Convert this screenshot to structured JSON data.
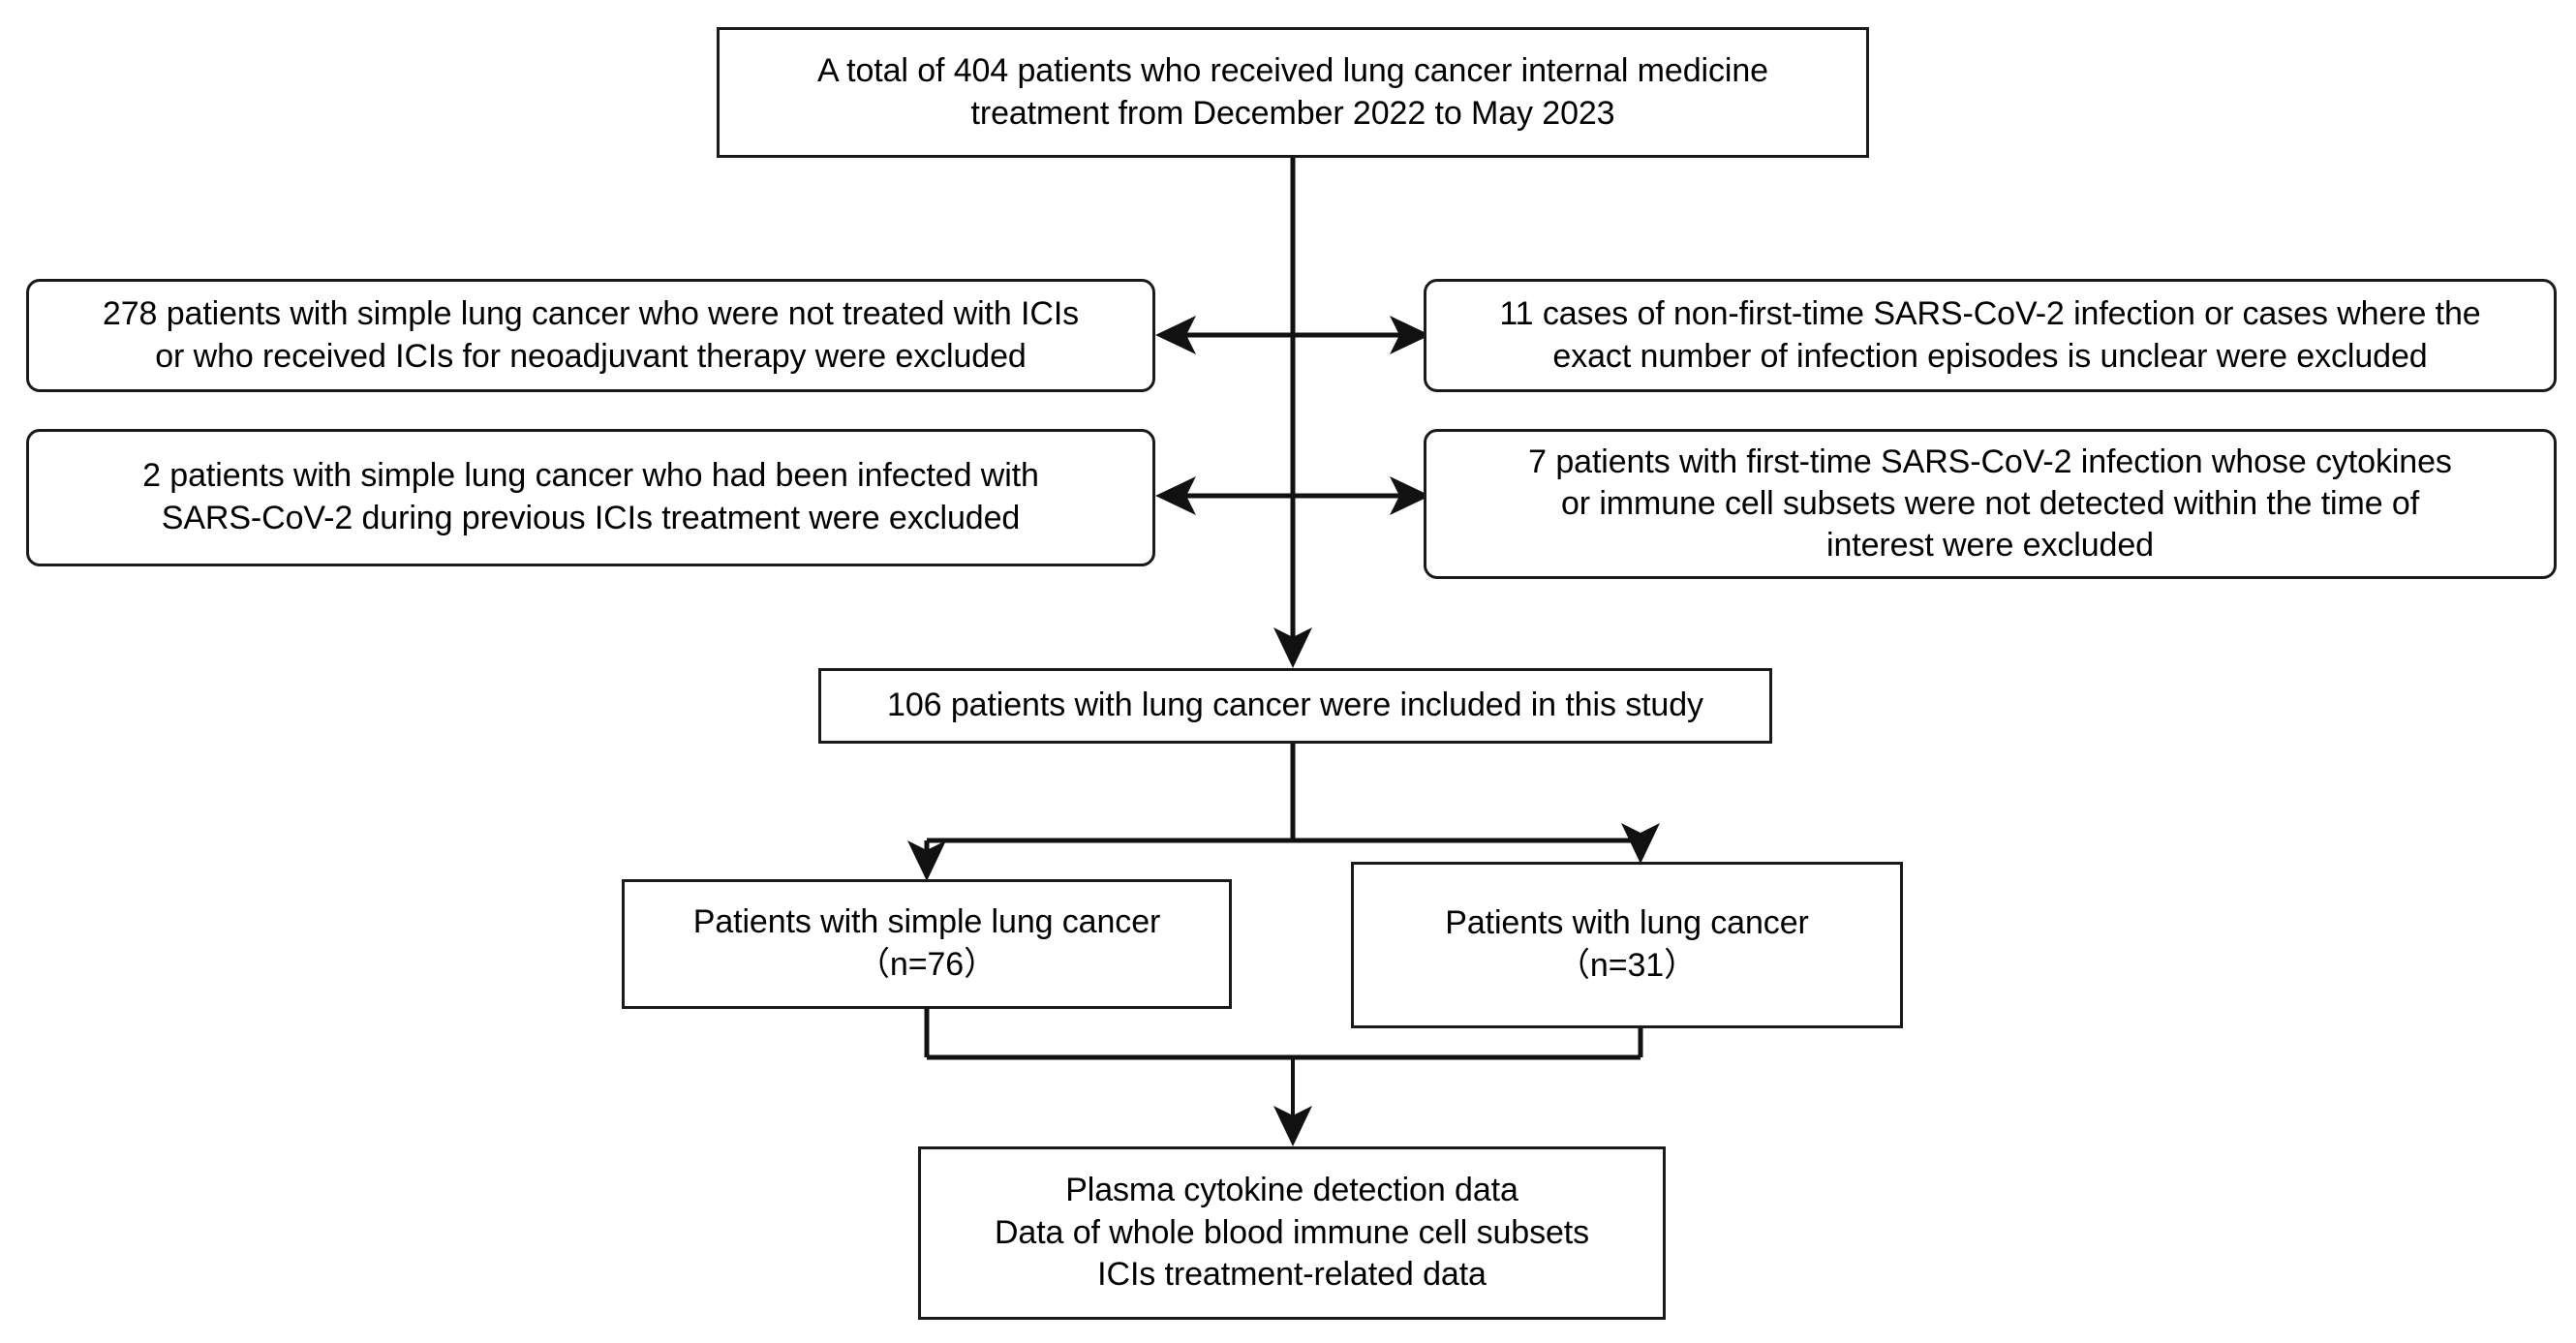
{
  "diagram": {
    "title": "Patient selection flow diagram",
    "type": "flowchart",
    "stroke_color": "#1a1a1a",
    "text_color": "#000000",
    "background_color": "#ffffff"
  },
  "nodes": {
    "source": {
      "label": "A total of 404 patients who received lung cancer internal medicine\ntreatment from December 2022 to May 2023",
      "count": 404
    },
    "excluded_left_1": {
      "label": "278 patients with simple lung cancer who were not treated with ICIs\nor who received ICIs for neoadjuvant therapy were excluded",
      "count": 278
    },
    "excluded_right_1": {
      "label": "11 cases of non-first-time SARS-CoV-2 infection or cases where the\nexact number of infection episodes is unclear  were excluded",
      "count": 11
    },
    "excluded_left_2": {
      "label": "2 patients with simple lung cancer who had been infected with\nSARS-CoV-2 during previous ICIs treatment were excluded",
      "count": 2
    },
    "excluded_right_2": {
      "label": "7 patients with first-time SARS-CoV-2 infection whose cytokines\nor immune cell subsets were not detected within the time of\ninterest were excluded",
      "count": 7
    },
    "included": {
      "label": "106 patients with lung cancer were included in this study",
      "count": 106
    },
    "group_left": {
      "label": "Patients with simple lung cancer\n（n=76）",
      "count": 76
    },
    "group_right": {
      "label": "Patients with lung cancer\n（n=31）",
      "count": 31
    },
    "outputs": {
      "label": "Plasma cytokine detection data\nData of whole blood immune cell subsets\nICIs treatment-related data"
    }
  }
}
